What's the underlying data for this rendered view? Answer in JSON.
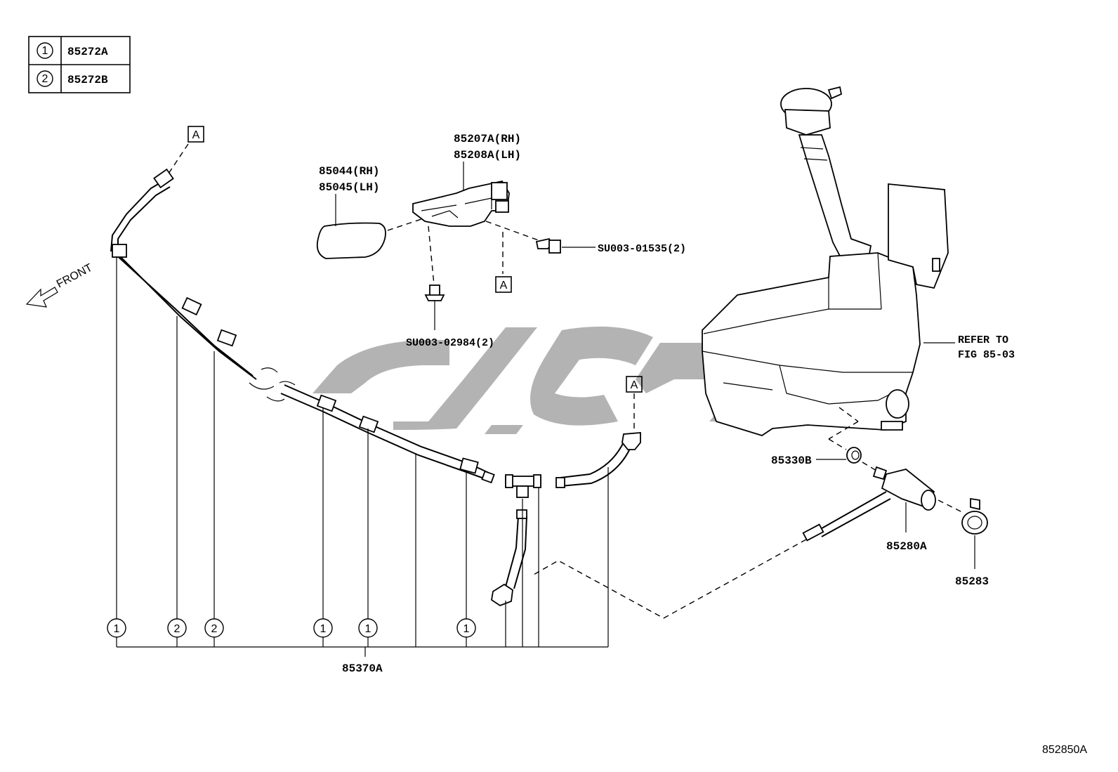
{
  "legend": {
    "rows": [
      {
        "mark": "1",
        "code": "85272A"
      },
      {
        "mark": "2",
        "code": "85272B"
      }
    ]
  },
  "labels": {
    "nozzle_rh": "85207A(RH)",
    "nozzle_lh": "85208A(LH)",
    "cover_rh": "85044(RH)",
    "cover_lh": "85045(LH)",
    "bolt": "SU003-01535(2)",
    "clip": "SU003-02984(2)",
    "front": "FRONT",
    "refer_line1": "REFER TO",
    "refer_line2": "FIG 85-03",
    "grommet": "85330B",
    "pump": "85280A",
    "bracket": "85283",
    "hose_assy": "85370A",
    "ref_a": "A",
    "figure_id": "852850A"
  },
  "hose_markers": [
    "1",
    "2",
    "2",
    "1",
    "1",
    "1"
  ]
}
